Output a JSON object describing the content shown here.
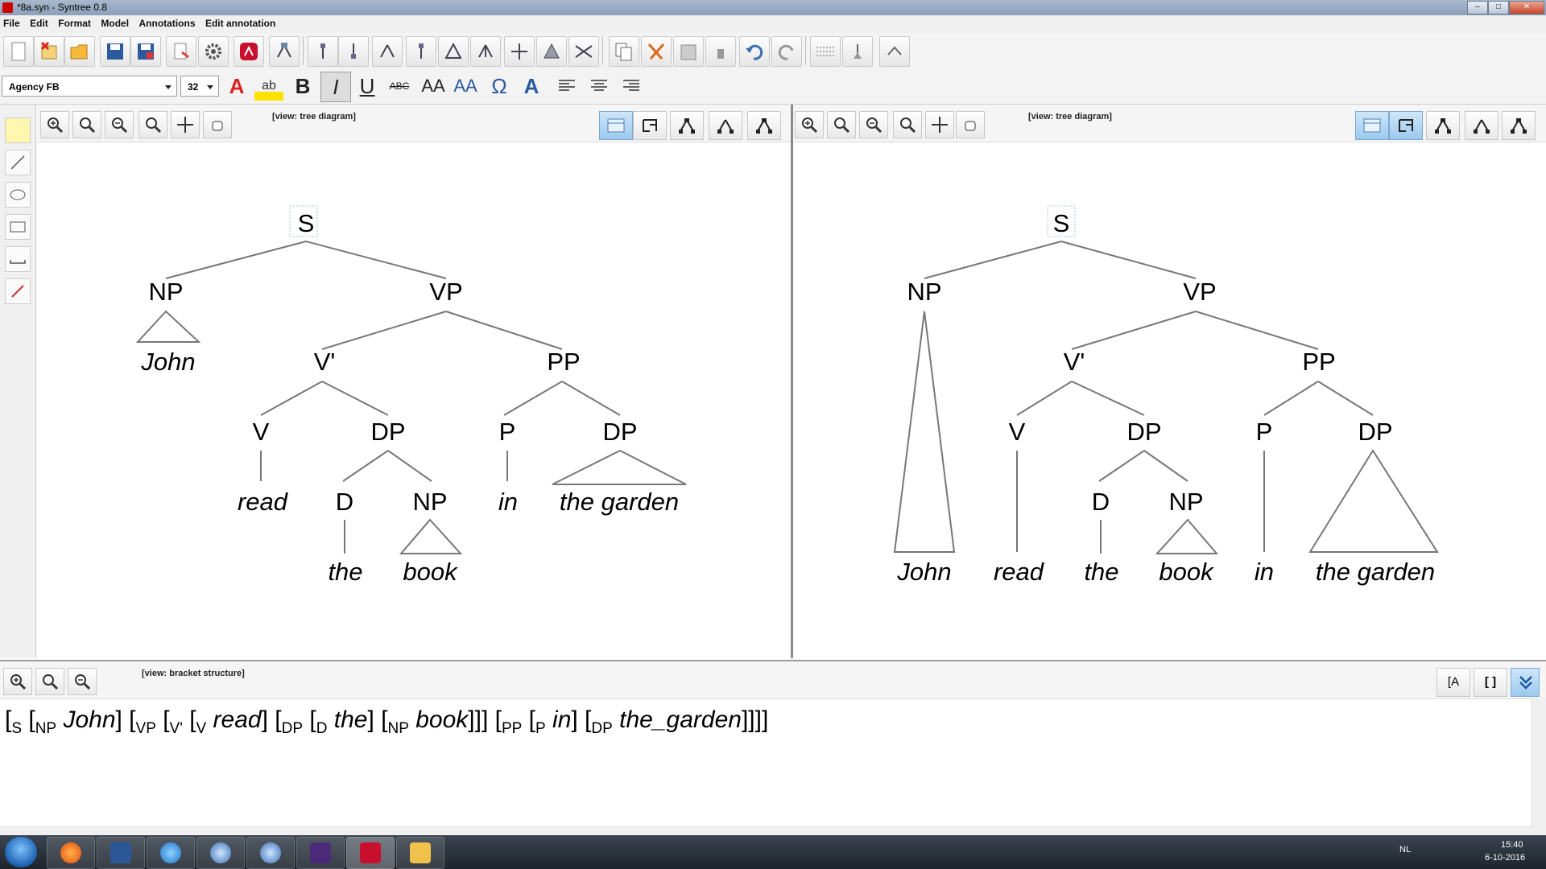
{
  "window": {
    "title": "*8a.syn - Syntree 0.8"
  },
  "menu": [
    "File",
    "Edit",
    "Format",
    "Model",
    "Annotations",
    "Edit annotation"
  ],
  "format": {
    "font_family": "Agency FB",
    "font_size": "32",
    "bold": "B",
    "italic": "I",
    "underline": "U",
    "strike": "ABC",
    "aa1": "AA",
    "aa2": "AA",
    "omega": "Ω",
    "a": "A"
  },
  "left_pane": {
    "view_label": "[view: tree diagram]"
  },
  "right_pane": {
    "view_label": "[view: tree diagram]"
  },
  "bracket_pane": {
    "view_label": "[view: bracket structure]",
    "btn_label": "[A",
    "btn_brackets": "[ ]"
  },
  "tree_left": {
    "S": "S",
    "NP": "NP",
    "VP": "VP",
    "John": "John",
    "Vbar": "V'",
    "PP": "PP",
    "V": "V",
    "DP": "DP",
    "P": "P",
    "DP2": "DP",
    "read": "read",
    "D": "D",
    "NP2": "NP",
    "in": "in",
    "the_garden": "the garden",
    "the": "the",
    "book": "book"
  },
  "tree_right": {
    "S": "S",
    "NP": "NP",
    "VP": "VP",
    "Vbar": "V'",
    "PP": "PP",
    "V": "V",
    "DP": "DP",
    "P": "P",
    "DP2": "DP",
    "D": "D",
    "NP2": "NP",
    "John": "John",
    "read": "read",
    "the": "the",
    "book": "book",
    "in": "in",
    "the_garden": "the garden"
  },
  "bracket": {
    "b1": "[",
    "S": "S",
    "b2": " [",
    "NP": "NP",
    "John": " John",
    "b3": "] [",
    "VP": "VP",
    "b4": " [",
    "Vbar": "V'",
    "b5": " [",
    "V": "V",
    "read": " read",
    "b6": "] [",
    "DP": "DP",
    "b7": " [",
    "D": "D",
    "the": " the",
    "b8": "] [",
    "NP2": "NP",
    "book": " book",
    "b9": "]]] [",
    "PP": "PP",
    "b10": " [",
    "P": "P",
    "in": " in",
    "b11": "] [",
    "DP2": "DP",
    "garden": " the_garden",
    "b12": "]]]]"
  },
  "taskbar": {
    "lang": "NL",
    "time": "15:40",
    "date": "6-10-2016"
  }
}
